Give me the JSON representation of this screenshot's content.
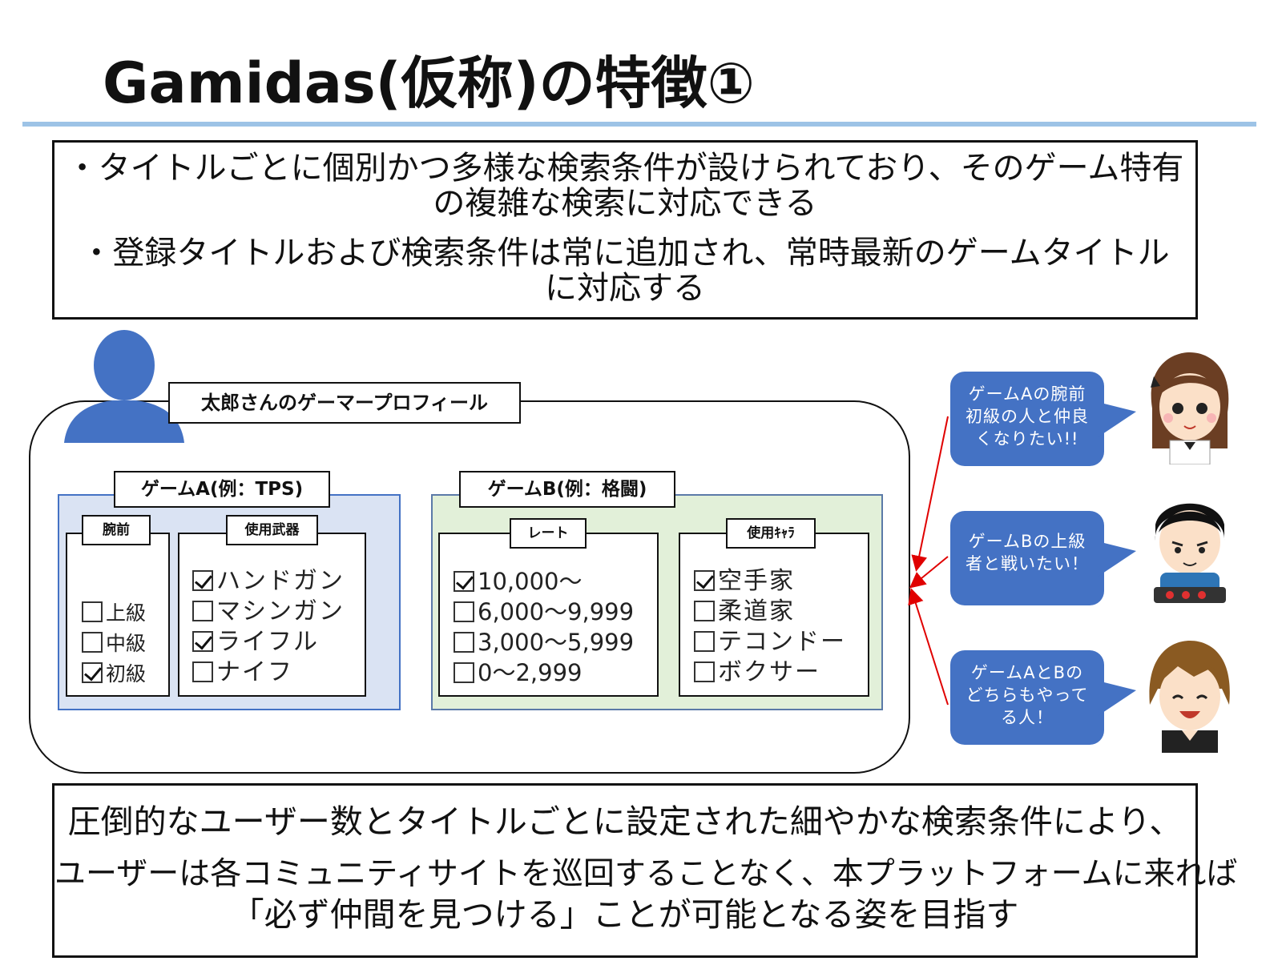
{
  "slide": {
    "title": "Gamidas(仮称)の特徴①",
    "summary_lines": [
      "・タイトルごとに個別かつ多様な検索条件が設けられており、そのゲーム特有",
      "の複雑な検索に対応できる",
      "・登録タイトルおよび検索条件は常に追加され、常時最新のゲームタイトル",
      "に対応する"
    ],
    "conclusion_lines": [
      "圧倒的なユーザー数とタイトルごとに設定された細やかな検索条件により、",
      "ユーザーは各コミュニティサイトを巡回することなく、本プラットフォームに来れば",
      "「必ず仲間を見つける」ことが可能となる姿を目指す"
    ]
  },
  "profile": {
    "label": "太郎さんのゲーマープロフィール",
    "game_a": {
      "label": "ゲームA(例：TPS)",
      "skill": {
        "label": "腕前",
        "options": [
          {
            "text": "上級",
            "checked": false
          },
          {
            "text": "中級",
            "checked": false
          },
          {
            "text": "初級",
            "checked": true
          }
        ]
      },
      "weapon": {
        "label": "使用武器",
        "options": [
          {
            "text": "ハンドガン",
            "checked": true
          },
          {
            "text": "マシンガン",
            "checked": false
          },
          {
            "text": "ライフル",
            "checked": true
          },
          {
            "text": "ナイフ",
            "checked": false
          }
        ]
      }
    },
    "game_b": {
      "label": "ゲームB(例：格闘)",
      "rate": {
        "label": "レート",
        "options": [
          {
            "text": "10,000～",
            "checked": true
          },
          {
            "text": "6,000～9,999",
            "checked": false
          },
          {
            "text": "3,000～5,999",
            "checked": false
          },
          {
            "text": "0～2,999",
            "checked": false
          }
        ]
      },
      "character": {
        "label": "使用ｷｬﾗ",
        "options": [
          {
            "text": "空手家",
            "checked": true
          },
          {
            "text": "柔道家",
            "checked": false
          },
          {
            "text": "テコンドー",
            "checked": false
          },
          {
            "text": "ボクサー",
            "checked": false
          }
        ]
      }
    }
  },
  "bubbles": [
    {
      "lines": [
        "ゲームAの腕前",
        "初級の人と仲良",
        "くなりたい!!"
      ]
    },
    {
      "lines": [
        "ゲームBの上級",
        "者と戦いたい！"
      ]
    },
    {
      "lines": [
        "ゲームAとBの",
        "どちらもやって",
        "る人！"
      ]
    }
  ],
  "colors": {
    "accent_blue": "#4472c4",
    "title_rule": "#9dc3e6",
    "game_a_bg": "#dae3f3",
    "game_b_bg": "#e2f0d9",
    "arrow_red": "#e00000"
  },
  "icons": {
    "profile_user": "person-silhouette-icon",
    "avatar_1": "girl-avatar-icon",
    "avatar_2": "boy-gamer-avatar-icon",
    "avatar_3": "smiling-man-avatar-icon"
  }
}
